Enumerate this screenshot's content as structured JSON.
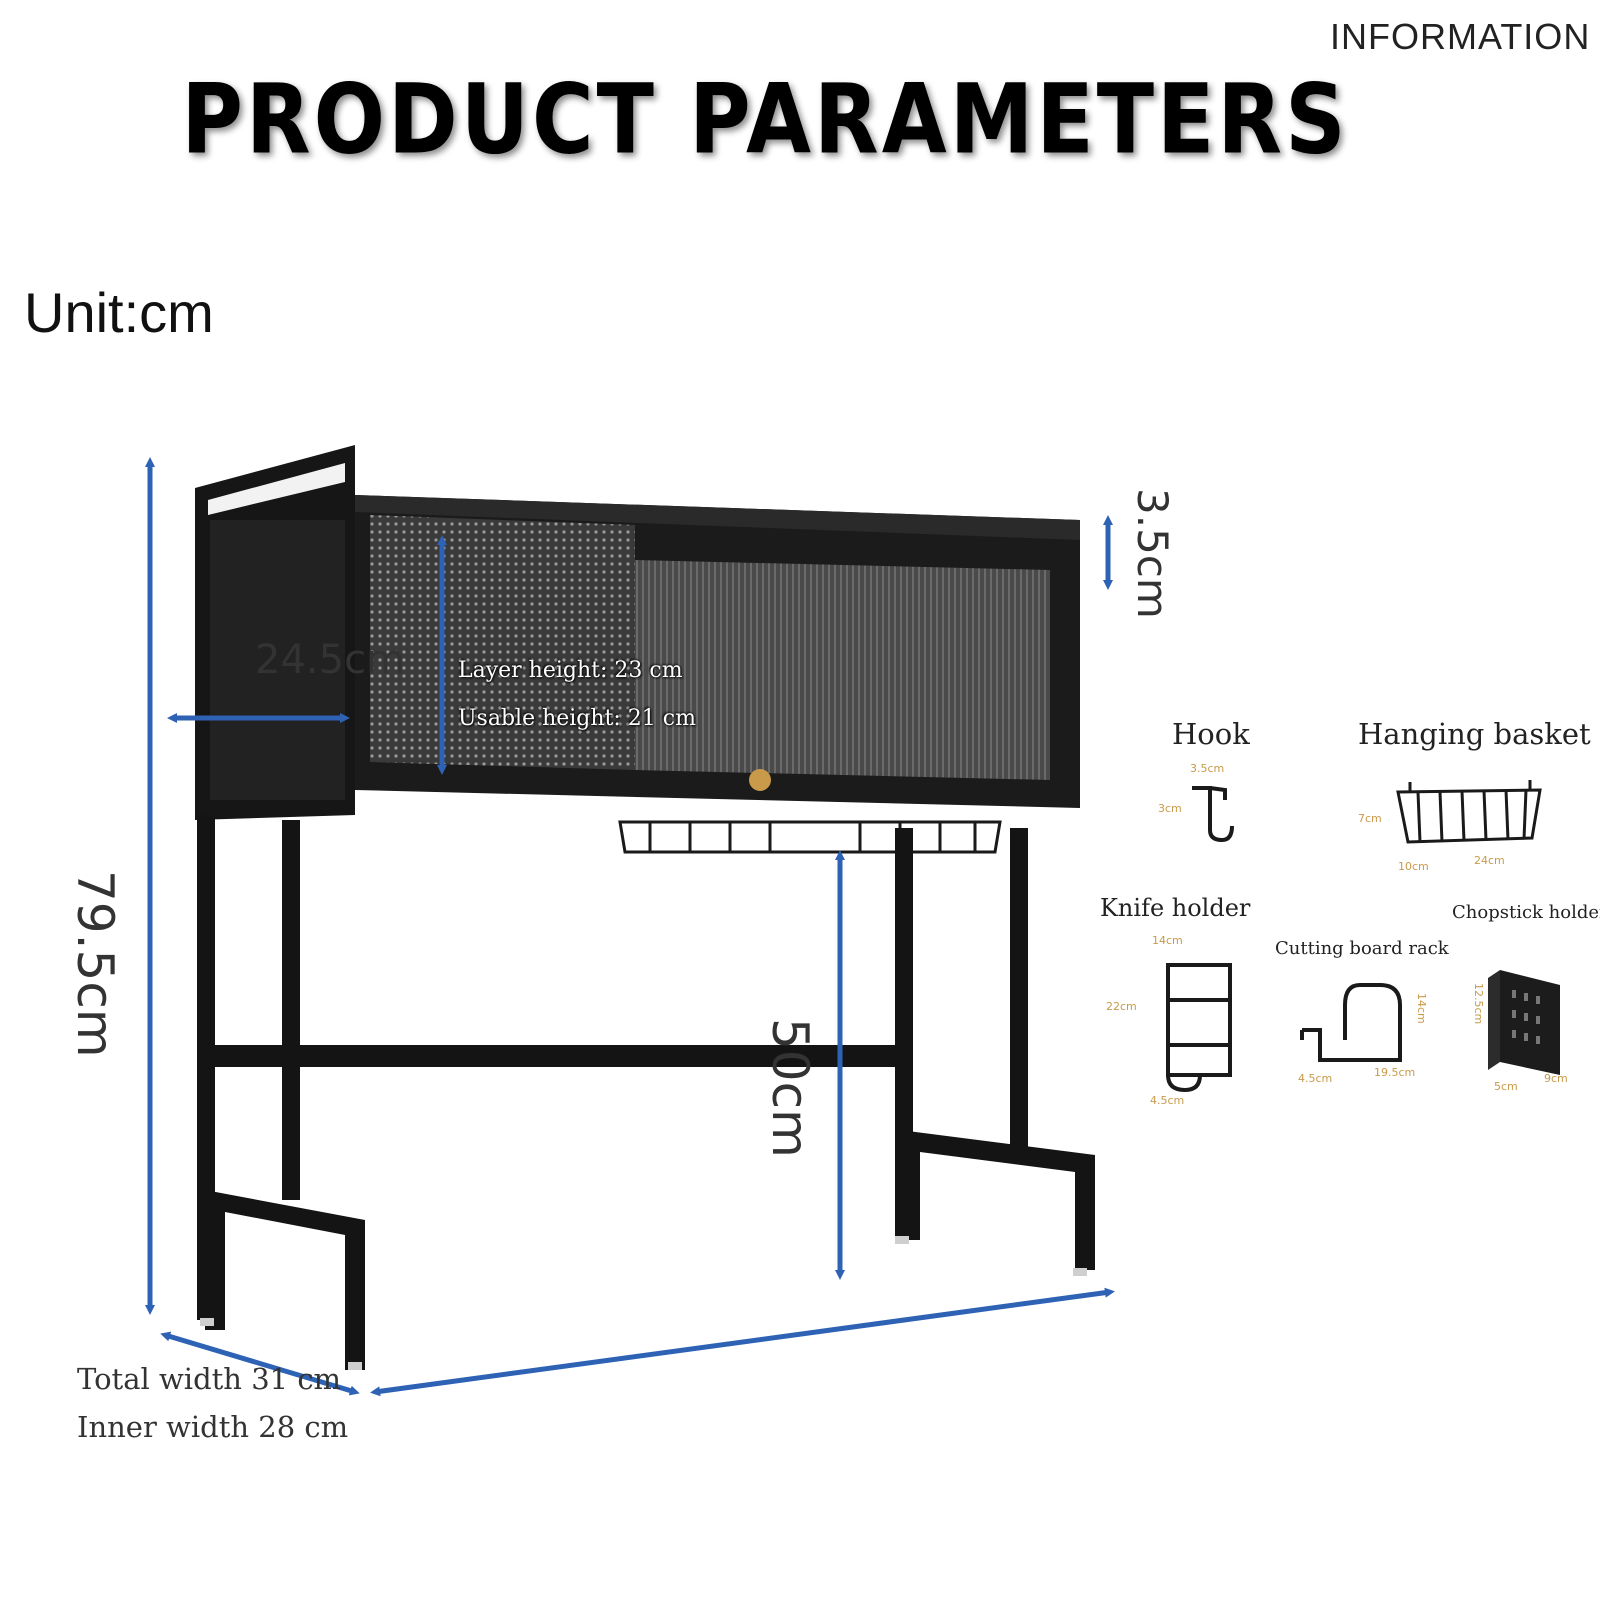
{
  "header": {
    "corner_label": "INFORMATION",
    "title": "PRODUCT PARAMETERS",
    "unit": "Unit:cm"
  },
  "rack": {
    "total_height": "79.5cm",
    "depth": "24.5cm",
    "top_rail": "3.5cm",
    "clearance": "50cm",
    "layer_height": "Layer height: 23 cm",
    "usable_height": "Usable height: 21 cm",
    "total_width": "Total width 31 cm",
    "inner_width": "Inner width 28 cm"
  },
  "accessories": {
    "hook": {
      "name": "Hook",
      "dim_w": "3.5cm",
      "dim_h": "3cm"
    },
    "hanging_basket": {
      "name": "Hanging basket",
      "dim_h": "7cm",
      "dim_d": "10cm",
      "dim_w": "24cm"
    },
    "knife_holder": {
      "name": "Knife holder",
      "dim_w": "14cm",
      "dim_h": "22cm",
      "dim_d": "4.5cm"
    },
    "cutting_board_rack": {
      "name": "Cutting board rack",
      "dim_h": "14cm",
      "dim_d": "4.5cm",
      "dim_w": "19.5cm"
    },
    "chopstick_holder": {
      "name": "Chopstick holder",
      "dim_h": "12.5cm",
      "dim_d": "5cm",
      "dim_w": "9cm"
    }
  },
  "colors": {
    "arrow": "#2e62b5",
    "frame": "#141414",
    "accent_gold": "#c89a4a"
  }
}
